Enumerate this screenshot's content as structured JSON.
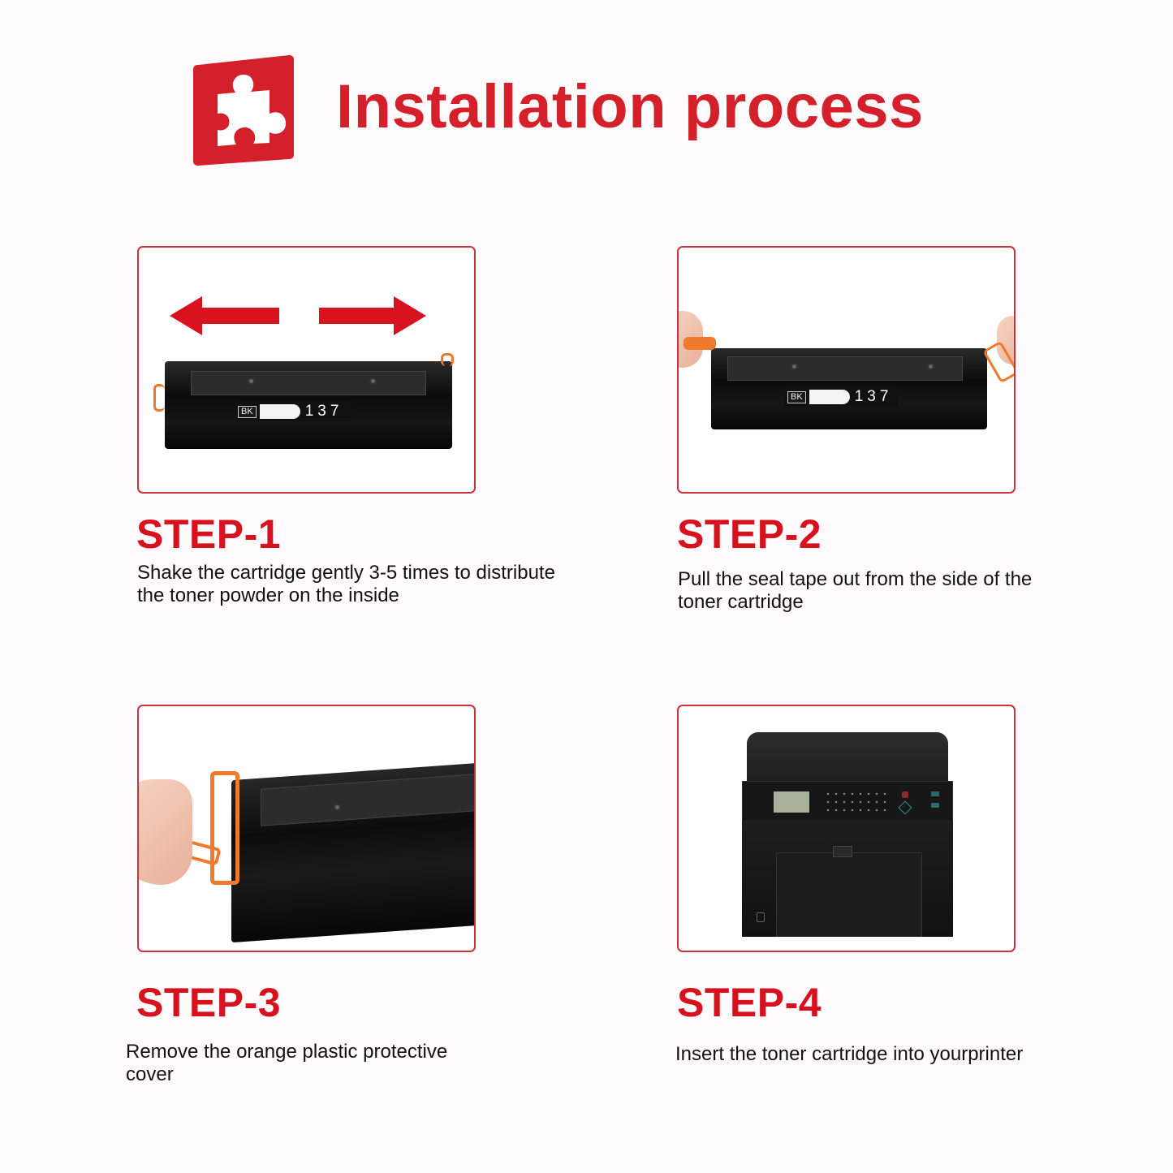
{
  "header": {
    "title": "Installation process",
    "icon": "puzzle-piece-icon",
    "accent_color": "#d3202b"
  },
  "steps": [
    {
      "label": "STEP-1",
      "description_lines": [
        "Shake the cartridge gently 3-5 times to distribute",
        "the toner powder on the inside"
      ],
      "image": "cartridge-shake-arrows",
      "cartridge_label": {
        "color_code": "BK",
        "model": "137"
      }
    },
    {
      "label": "STEP-2",
      "description_lines": [
        "Pull the seal tape out from the side of the",
        "toner cartridge"
      ],
      "image": "hands-pulling-seal-tape",
      "cartridge_label": {
        "color_code": "BK",
        "model": "137"
      }
    },
    {
      "label": "STEP-3",
      "description_lines": [
        "Remove the orange plastic protective",
        "cover"
      ],
      "image": "hand-removing-orange-cover"
    },
    {
      "label": "STEP-4",
      "description_lines": [
        "Insert the toner cartridge into yourprinter"
      ],
      "image": "laser-printer"
    }
  ],
  "colors": {
    "background": "#fffafb",
    "frame_border": "#c8343c",
    "step_label": "#d7121f",
    "arrow": "#d9121f",
    "text": "#111111"
  }
}
